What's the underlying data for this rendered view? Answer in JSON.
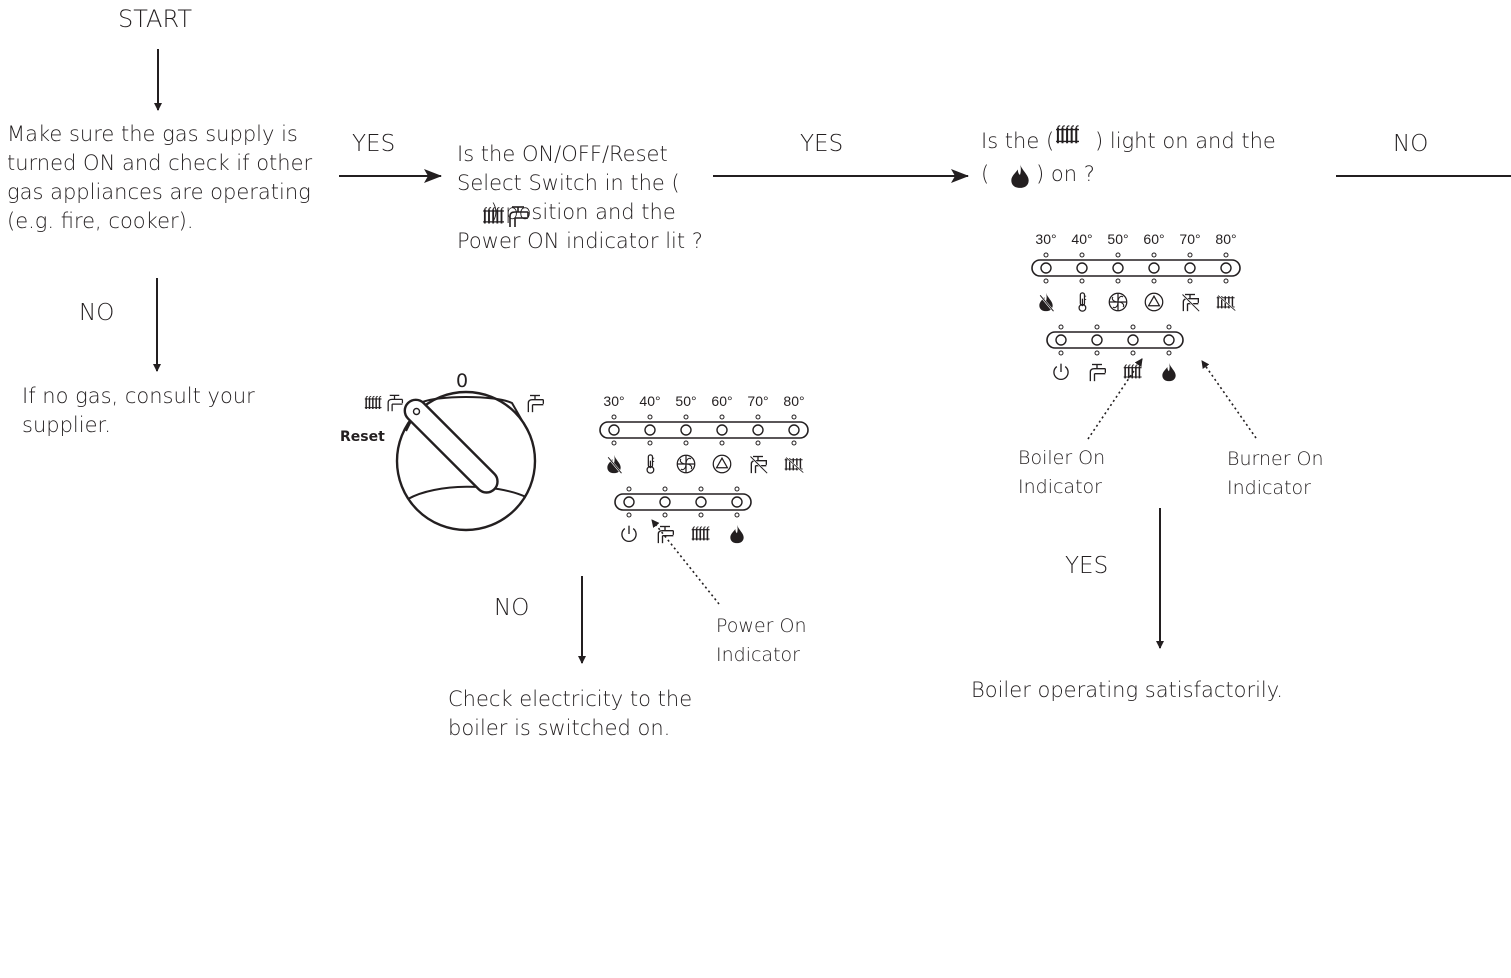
{
  "flow": {
    "start": "START",
    "step1_text": "Make sure the gas supply is turned ON and check if other gas appliances are operating (e.g. fire, cooker).",
    "step1_yes": "YES",
    "step1_no": "NO",
    "step1_no_result": "If no gas, consult your supplier.",
    "step2_text": "Is the ON/OFF/Reset Select Switch in the (      ) position and the Power ON indicator lit ?",
    "step2_yes": "YES",
    "step2_no": "NO",
    "step2_no_result": "Check electricity to the boiler is switched on.",
    "step3_text_a": "Is the (",
    "step3_text_b": ") light on and the",
    "step3_text_c": "(",
    "step3_text_d": ") on ?",
    "step3_yes": "YES",
    "step3_no": "NO",
    "step3_yes_result": "Boiler operating satisfactorily."
  },
  "switch": {
    "zero_label": "0",
    "reset_label": "Reset"
  },
  "panel": {
    "temperatures": [
      "30°",
      "40°",
      "50°",
      "60°",
      "70°",
      "80°"
    ]
  },
  "callouts": {
    "power_on": "Power On Indicator",
    "boiler_on": "Boiler On Indicator",
    "burner_on": "Burner On Indicator"
  },
  "icons": {
    "upper_row": [
      "flame-crossed-icon",
      "thermometer-icon",
      "fan-icon",
      "pump-icon",
      "tap-crossed-icon",
      "radiator-crossed-icon"
    ],
    "lower_row": [
      "power-icon",
      "tap-icon",
      "radiator-icon",
      "flame-icon"
    ]
  }
}
